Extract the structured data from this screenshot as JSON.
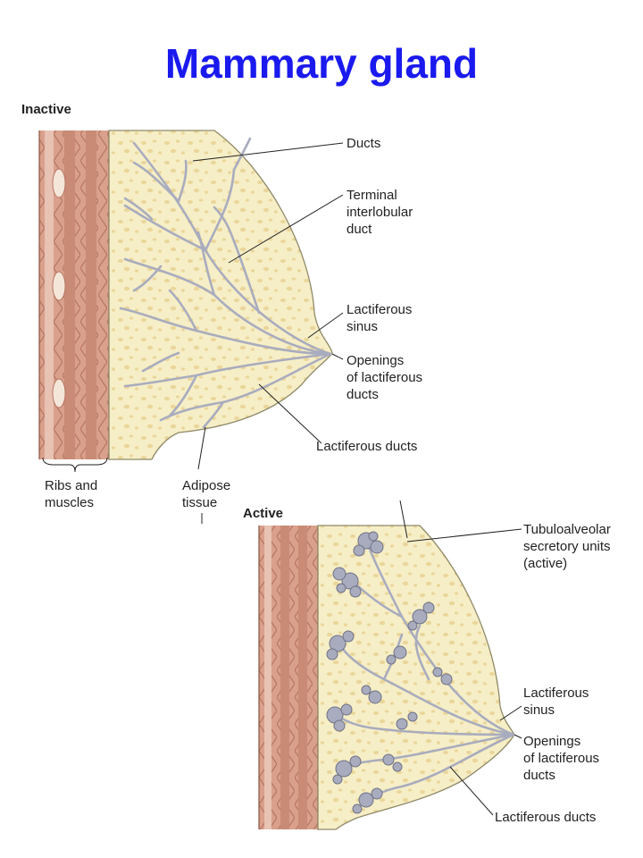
{
  "title": "Mammary gland",
  "inactive": {
    "panel_label": "Inactive",
    "labels": {
      "ducts": "Ducts",
      "terminal_duct": "Terminal\ninterlobular\nduct",
      "lactiferous_sinus": "Lactiferous\nsinus",
      "openings": "Openings\nof lactiferous\nducts",
      "lactiferous_ducts": "Lactiferous ducts",
      "ribs_muscles": "Ribs and\nmuscles",
      "adipose": "Adipose\ntissue"
    }
  },
  "active": {
    "panel_label": "Active",
    "labels": {
      "tubuloalveolar": "Tubuloalveolar\nsecretory units\n(active)",
      "lactiferous_sinus": "Lactiferous\nsinus",
      "openings": "Openings\nof lactiferous\nducts",
      "lactiferous_ducts": "Lactiferous ducts"
    }
  },
  "colors": {
    "title": "#1a1aee",
    "breast_fill": "#f6eec6",
    "fat_spots": "#ead69a",
    "muscle": "#c98a76",
    "muscle_light": "#e8c2b2",
    "duct": "#a9acbe",
    "duct_edge": "#6f7286",
    "leader": "#222222"
  }
}
